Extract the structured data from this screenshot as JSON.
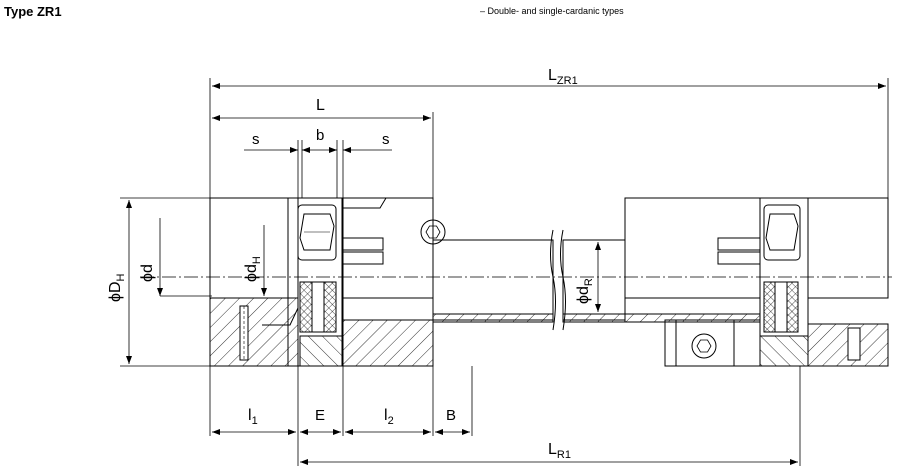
{
  "header": {
    "title": "Type ZR1",
    "subtitle": "– Double- and single-cardanic types"
  },
  "dimensions": {
    "L_ZR1": {
      "main": "L",
      "sub": "ZR1"
    },
    "L": {
      "main": "L"
    },
    "s_left": {
      "main": "s"
    },
    "b": {
      "main": "b"
    },
    "s_right": {
      "main": "s"
    },
    "D_H": {
      "main": "ϕD",
      "sub": "H"
    },
    "d": {
      "main": "ϕd"
    },
    "d_H": {
      "main": "ϕd",
      "sub": "H"
    },
    "d_R": {
      "main": "ϕd",
      "sub": "R"
    },
    "l_1": {
      "main": "l",
      "sub": "1"
    },
    "E": {
      "main": "E"
    },
    "l_2": {
      "main": "l",
      "sub": "2"
    },
    "B": {
      "main": "B"
    },
    "L_R1": {
      "main": "L",
      "sub": "R1"
    }
  },
  "colors": {
    "line": "#000000",
    "background": "#ffffff"
  }
}
